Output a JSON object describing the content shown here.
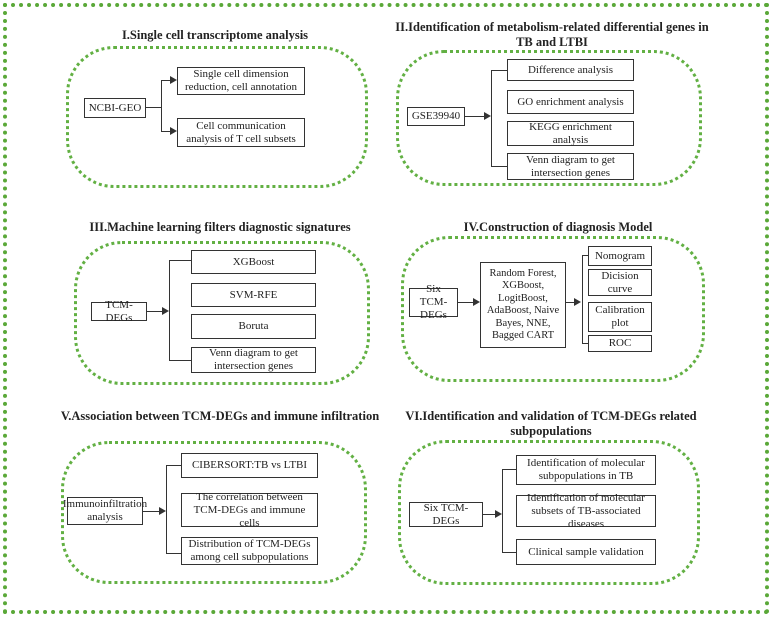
{
  "sections": [
    {
      "title": "I.Single cell transcriptome analysis",
      "source": "NCBI-GEO",
      "items": [
        "Single cell dimension reduction, cell annotation",
        "Cell communication analysis of T cell subsets"
      ]
    },
    {
      "title": "II.Identification of metabolism-related differential genes in TB and LTBI",
      "source": "GSE39940",
      "items": [
        "Difference analysis",
        "GO enrichment analysis",
        "KEGG enrichment analysis",
        "Venn diagram to get intersection genes"
      ]
    },
    {
      "title": "III.Machine learning filters diagnostic signatures",
      "source": "TCM-DEGs",
      "items": [
        "XGBoost",
        "SVM-RFE",
        "Boruta",
        "Venn diagram to get intersection genes"
      ]
    },
    {
      "title": "IV.Construction of diagnosis Model",
      "source": "Six TCM-DEGs",
      "middle": "Random Forest, XGBoost, LogitBoost, AdaBoost, Naive Bayes, NNE, Bagged CART",
      "items": [
        "Nomogram",
        "Dicision curve",
        "Calibration plot",
        "ROC"
      ]
    },
    {
      "title": "V.Association between TCM-DEGs and immune infiltration",
      "source": "Immunoinfiltration analysis",
      "items": [
        "CIBERSORT:TB vs LTBI",
        "The correlation between TCM-DEGs and immune cells",
        "Distribution of TCM-DEGs among cell subpopulations"
      ]
    },
    {
      "title": "VI.Identification and validation of TCM-DEGs related subpopulations",
      "source": "Six TCM-DEGs",
      "items": [
        "Identification of molecular subpopulations in TB",
        "Identification of molecular subsets of TB-associated diseases",
        "Clinical sample validation"
      ]
    }
  ],
  "colors": {
    "frame": "#5aa838",
    "oval": "#62b043",
    "line": "#333333"
  }
}
